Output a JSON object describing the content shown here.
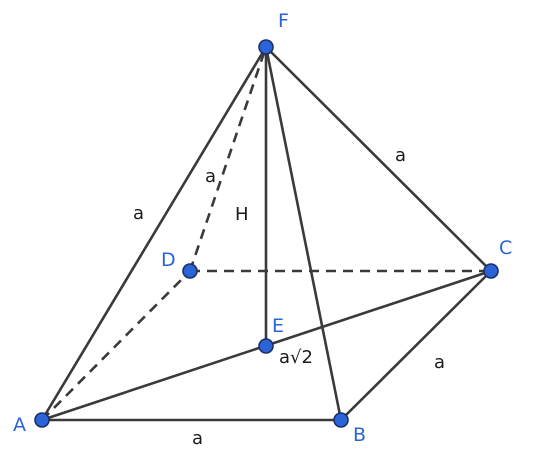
{
  "colors": {
    "vertex_fill": "#2a64d6",
    "vertex_label": "#2a64d6",
    "edge": "#3a3a3a",
    "text": "#1a1a1a"
  },
  "vertices": {
    "F": "F",
    "C": "C",
    "D": "D",
    "E": "E",
    "A": "A",
    "B": "B"
  },
  "edge_labels": {
    "FA": "a",
    "FD": "a",
    "FE": "H",
    "FC": "a",
    "AB": "a",
    "BC": "a",
    "AC": "a√2"
  }
}
